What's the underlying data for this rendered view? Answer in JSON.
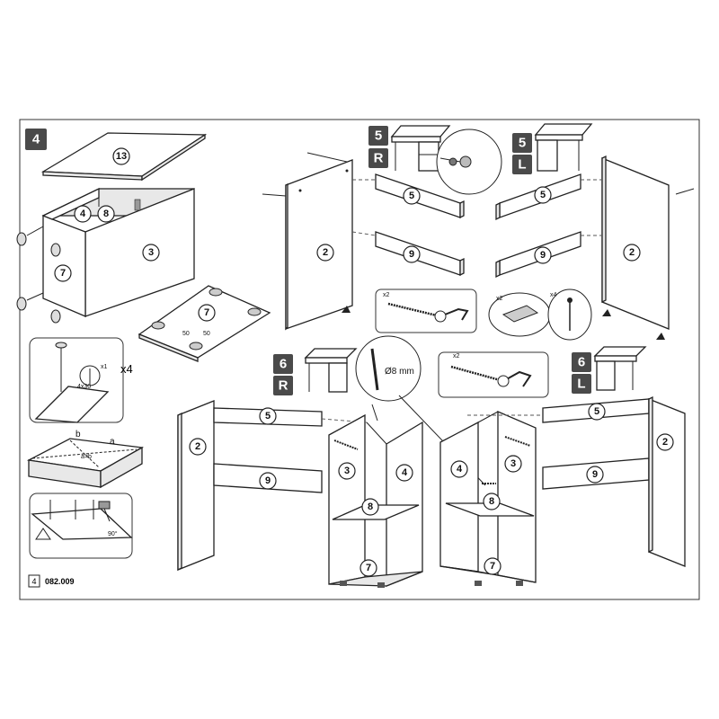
{
  "page": {
    "page_number": "4",
    "document_code": "082.009"
  },
  "steps": {
    "step4": "4",
    "step5_right": {
      "number": "5",
      "side": "R"
    },
    "step5_left": {
      "number": "5",
      "side": "L"
    },
    "step6_right": {
      "number": "6",
      "side": "R"
    },
    "step6_left": {
      "number": "6",
      "side": "L"
    }
  },
  "parts": {
    "p13": "13",
    "p4": "4",
    "p8": "8",
    "p3": "3",
    "p7": "7",
    "p2": "2",
    "p5": "5",
    "p9": "9"
  },
  "quantities": {
    "cam_x2": "x2",
    "screw_x2_a": "x2",
    "plate_x2": "x2",
    "nail_x4": "x4",
    "screw_x2_b": "x2",
    "detail_x4": "x4",
    "foot_screw_x1": "x1"
  },
  "labels": {
    "drill": "Ø8 mm",
    "diag_b": "b",
    "diag_a": "a",
    "diag_eq": "a=b",
    "angle": "90°",
    "dim1": "50",
    "dim2": "50",
    "screw_size": "4x30"
  }
}
